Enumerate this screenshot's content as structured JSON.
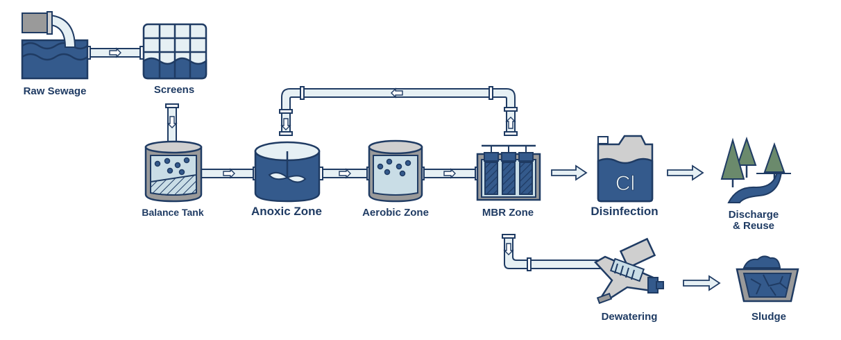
{
  "diagram": {
    "colors": {
      "outline": "#1f3b63",
      "dark_blue": "#345a8c",
      "light_blue": "#c9dde6",
      "pale": "#e6f0f4",
      "gray": "#9a9a9a",
      "light_gray": "#cfcfcf",
      "tree": "#6b8a6c"
    },
    "labels": {
      "raw_sewage": "Raw Sewage",
      "screens": "Screens",
      "balance_tank": "Balance Tank",
      "anoxic_zone": "Anoxic Zone",
      "aerobic_zone": "Aerobic Zone",
      "mbr_zone": "MBR Zone",
      "disinfection": "Disinfection",
      "discharge_line1": "Discharge",
      "discharge_line2": "& Reuse",
      "dewatering": "Dewatering",
      "sludge": "Sludge",
      "chlorine_symbol": "Cl"
    }
  }
}
